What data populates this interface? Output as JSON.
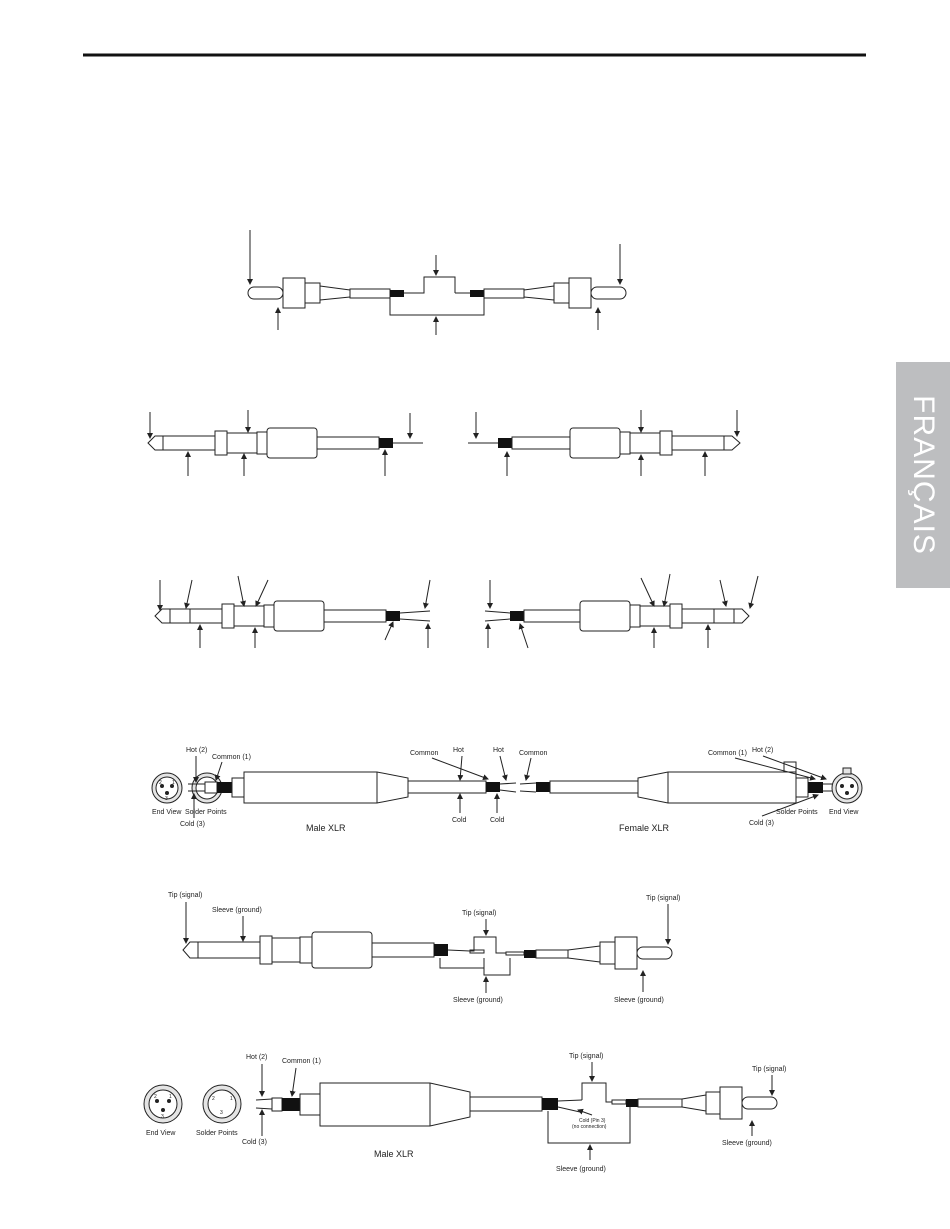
{
  "side_tab": {
    "label": "FRANÇAIS"
  },
  "xlr_diagram": {
    "male": {
      "caption": "Male XLR",
      "end_view": "End View",
      "solder_points": "Solder Points",
      "hot": "Hot (2)",
      "common": "Common (1)",
      "cold": "Cold (3)",
      "hot_end": "Hot",
      "common_end": "Common",
      "cold_end": "Cold"
    },
    "female": {
      "caption": "Female XLR",
      "end_view": "End View",
      "solder_points": "Solder Points",
      "hot": "Hot (2)",
      "common": "Common (1)",
      "cold": "Cold (3)",
      "hot_end": "Hot",
      "common_end": "Common",
      "cold_end": "Cold"
    }
  },
  "ts_rca_diagram": {
    "tip_left": "Tip (signal)",
    "sleeve_left": "Sleeve (ground)",
    "tip_center": "Tip (signal)",
    "sleeve_center": "Sleeve (ground)",
    "tip_right": "Tip (signal)",
    "sleeve_right": "Sleeve (ground)"
  },
  "xlr_rca_diagram": {
    "caption": "Male XLR",
    "end_view": "End View",
    "solder_points": "Solder Points",
    "hot": "Hot (2)",
    "common": "Common (1)",
    "cold": "Cold (3)",
    "tip_center": "Tip (signal)",
    "cold_nc_1": "Cold (Pin 3)",
    "cold_nc_2": "(no connection)",
    "sleeve_center": "Sleeve (ground)",
    "tip_right": "Tip (signal)",
    "sleeve_right": "Sleeve (ground)"
  },
  "pin_numbers": {
    "p1": "1",
    "p2": "2",
    "p3": "3"
  }
}
